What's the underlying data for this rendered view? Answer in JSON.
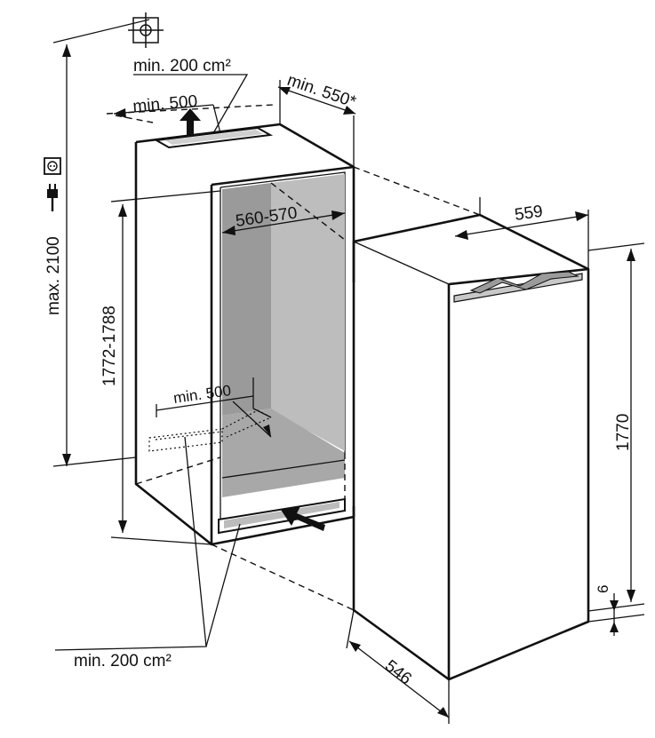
{
  "labels": {
    "vent_top_area": "min. 200 cm²",
    "vent_top_depth": "min. 500",
    "niche_depth": "min. 550",
    "niche_depth_note": "*",
    "niche_width": "560-570",
    "max_height": "max. 2100",
    "niche_height": "1772-1788",
    "vent_bottom_depth": "min. 500",
    "vent_bottom_area": "min. 200 cm²",
    "appliance_width": "559",
    "appliance_height": "1770",
    "plinth_offset": "6",
    "appliance_depth": "546"
  },
  "icons": {
    "mounting_point": "crosshair-mount-icon",
    "socket": "power-socket-icon",
    "plug": "power-plug-icon",
    "airflow_arrow": "airflow-arrow-icon"
  }
}
